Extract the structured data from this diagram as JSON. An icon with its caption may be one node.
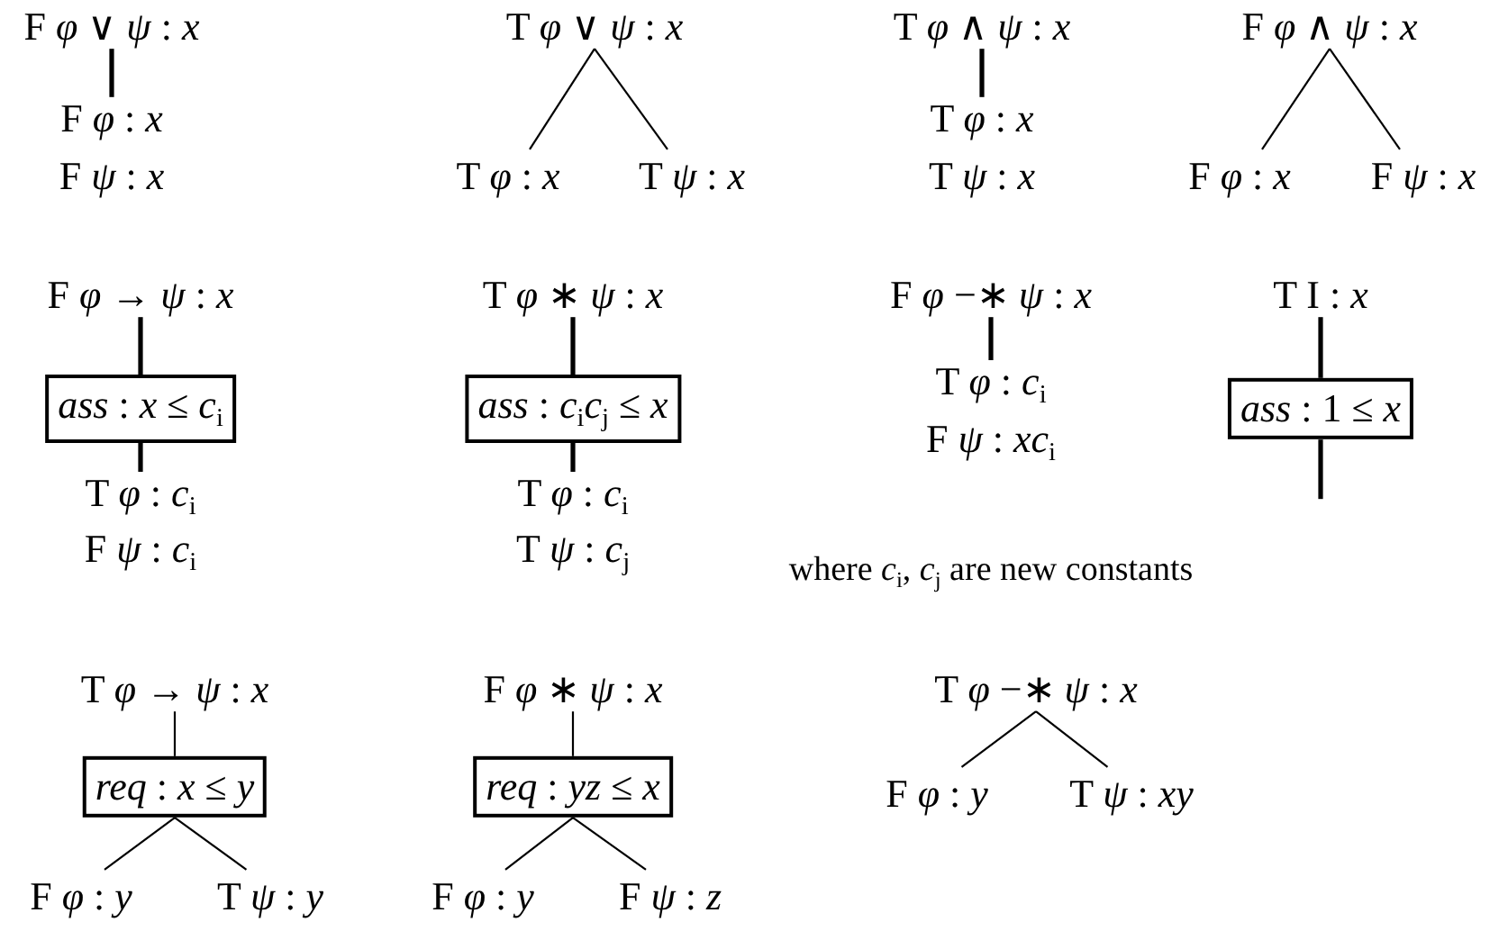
{
  "diagram": {
    "nodes": [
      {
        "text": [
          "F *φ* ∨ *ψ* : *x*"
        ]
      },
      {
        "text": [
          "F *φ* : *x*"
        ]
      },
      {
        "text": [
          "F *ψ* : *x*"
        ]
      },
      {
        "text": [
          "T *φ* ∨ *ψ* : *x*"
        ]
      },
      {
        "text": [
          "T *φ* : *x*"
        ]
      },
      {
        "text": [
          "T *ψ* : *x*"
        ]
      },
      {
        "text": [
          "T *φ* ∧ *ψ* : *x*"
        ]
      },
      {
        "text": [
          "T *φ* : *x*"
        ]
      },
      {
        "text": [
          "T *ψ* : *x*"
        ]
      },
      {
        "text": [
          "F *φ* ∧ *ψ* : *x*"
        ]
      },
      {
        "text": [
          "F *φ* : *x*"
        ]
      },
      {
        "text": [
          "F *ψ* : *x*"
        ]
      },
      {
        "text": [
          "F *φ* → *ψ* : *x*"
        ]
      },
      {
        "text": [
          "*ass* : *x* ≤ *c*$_{i}$"
        ]
      },
      {
        "text": [
          "T *φ* : *c*$_{i}$"
        ]
      },
      {
        "text": [
          "F *ψ* : *c*$_{i}$"
        ]
      },
      {
        "text": [
          "T *φ* ∗ *ψ* : *x*"
        ]
      },
      {
        "text": [
          "*ass* : *c*$_{i}$*c*$_{j}$ ≤ *x*"
        ]
      },
      {
        "text": [
          "T *φ* : *c*$_{i}$"
        ]
      },
      {
        "text": [
          "T *ψ* : *c*$_{j}$"
        ]
      },
      {
        "text": [
          "F *φ* −∗ *ψ* : *x*"
        ]
      },
      {
        "text": [
          "T *φ* : *c*$_{i}$"
        ]
      },
      {
        "text": [
          "F *ψ* : *xc*$_{i}$"
        ]
      },
      {
        "text": [
          "T I : *x*"
        ]
      },
      {
        "text": [
          "*ass* : 1 ≤ *x*"
        ]
      },
      {
        "text": [
          "T *φ* → *ψ* : *x*"
        ]
      },
      {
        "text": [
          "*req* : *x* ≤ *y*"
        ]
      },
      {
        "text": [
          "F *φ* : *y*"
        ]
      },
      {
        "text": [
          "T *ψ* : *y*"
        ]
      },
      {
        "text": [
          "F *φ* ∗ *ψ* : *x*"
        ]
      },
      {
        "text": [
          "*req* : *yz* ≤ *x*"
        ]
      },
      {
        "text": [
          "F *φ* : *y*"
        ]
      },
      {
        "text": [
          "F *ψ* : *z*"
        ]
      },
      {
        "text": [
          "T *φ* −∗ *ψ* : *x*"
        ]
      },
      {
        "text": [
          "F *φ* : *y*"
        ]
      },
      {
        "text": [
          "T *ψ* : *xy*"
        ]
      }
    ],
    "edges": [
      {
        "from": 0,
        "to": 1,
        "arrow": "none",
        "style": "thick"
      },
      {
        "from": 3,
        "to": 4,
        "arrow": "none"
      },
      {
        "from": 3,
        "to": 5,
        "arrow": "none"
      },
      {
        "from": 6,
        "to": 7,
        "arrow": "none",
        "style": "thick"
      },
      {
        "from": 9,
        "to": 10,
        "arrow": "none"
      },
      {
        "from": 9,
        "to": 11,
        "arrow": "none"
      },
      {
        "from": 12,
        "to": 13,
        "arrow": "none",
        "style": "thick"
      },
      {
        "from": 13,
        "to": 14,
        "arrow": "none",
        "style": "thick"
      },
      {
        "from": 16,
        "to": 17,
        "arrow": "none",
        "style": "thick"
      },
      {
        "from": 17,
        "to": 18,
        "arrow": "none",
        "style": "thick"
      },
      {
        "from": 20,
        "to": 21,
        "arrow": "none",
        "style": "thick"
      },
      {
        "from": 23,
        "to": 24,
        "arrow": "none",
        "style": "thick"
      },
      {
        "from": 24,
        "to": null,
        "arrow": "none",
        "style": "thick"
      },
      {
        "from": 25,
        "to": 26,
        "arrow": "none"
      },
      {
        "from": 26,
        "to": 27,
        "arrow": "none"
      },
      {
        "from": 26,
        "to": 28,
        "arrow": "none"
      },
      {
        "from": 29,
        "to": 30,
        "arrow": "none"
      },
      {
        "from": 30,
        "to": 31,
        "arrow": "none"
      },
      {
        "from": 30,
        "to": 32,
        "arrow": "none"
      },
      {
        "from": 33,
        "to": 34,
        "arrow": "none"
      },
      {
        "from": 33,
        "to": 35,
        "arrow": "none"
      }
    ],
    "labels": [
      "where *c*$_{i}$, *c*$_{j}$ are new constants"
    ]
  }
}
